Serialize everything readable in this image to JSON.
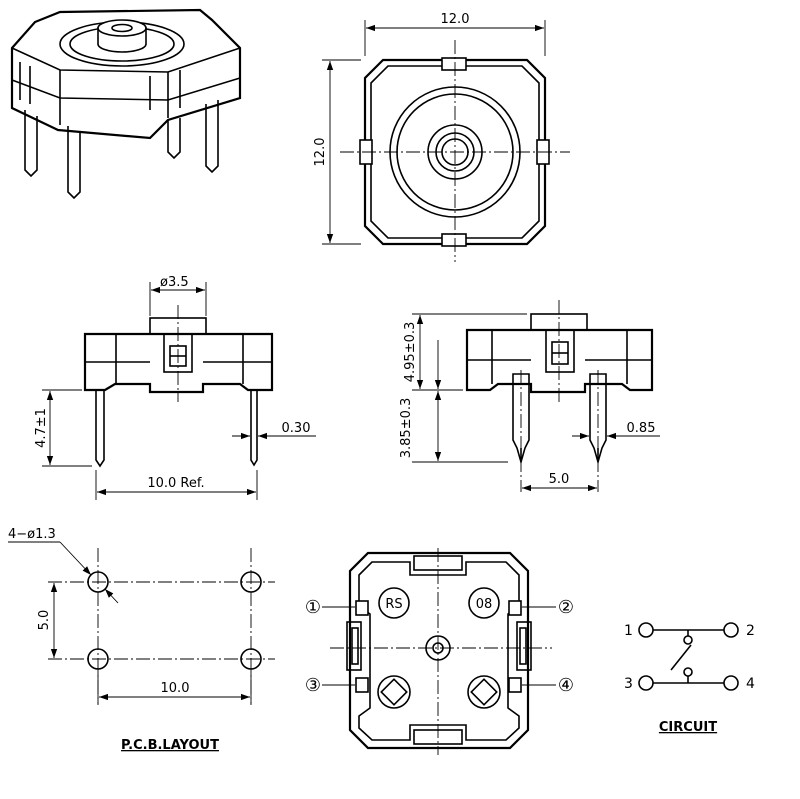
{
  "top_view": {
    "width_label": "12.0",
    "height_label": "12.0"
  },
  "front_view": {
    "stem_label": "ø3.5",
    "pin_length_label": "4.7±1",
    "pin_span_label": "10.0 Ref.",
    "pin_thickness_label": "0.30"
  },
  "side_view": {
    "body_height_label": "4.95±0.3",
    "pin_length_label": "3.85±0.3",
    "pin_width_label": "0.85",
    "pin_pitch_label": "5.0"
  },
  "pcb_layout": {
    "hole_label": "4−ø1.3",
    "vertical_label": "5.0",
    "horizontal_label": "10.0",
    "caption": "P.C.B.LAYOUT"
  },
  "bottom_view": {
    "mark_left": "RS",
    "mark_right": "08",
    "pin1": "①",
    "pin2": "②",
    "pin3": "③",
    "pin4": "④"
  },
  "circuit": {
    "t1": "1",
    "t2": "2",
    "t3": "3",
    "t4": "4",
    "caption": "CIRCUIT"
  }
}
